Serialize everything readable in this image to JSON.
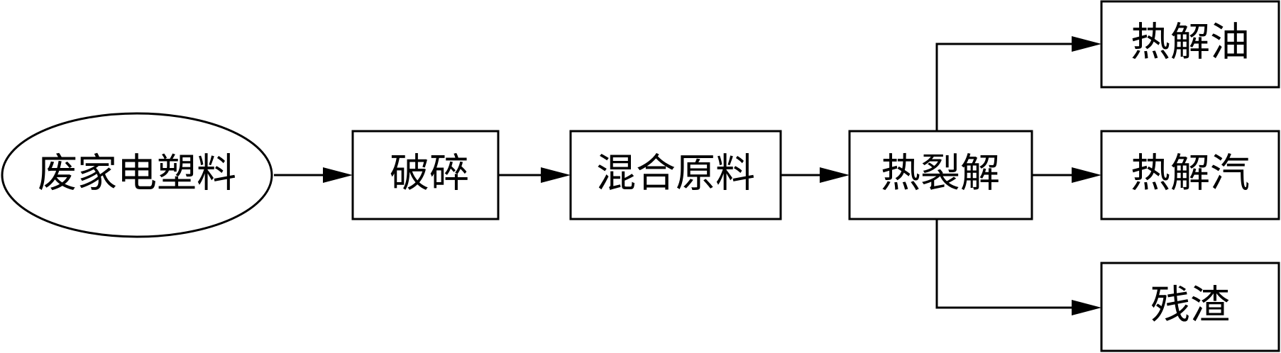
{
  "diagram": {
    "type": "process-flowchart",
    "nodes": {
      "input": "废家电塑料",
      "crush": "破碎",
      "mix": "混合原料",
      "pyrolysis": "热裂解",
      "oil": "热解油",
      "gas": "热解汽",
      "residue": "残渣"
    },
    "edges": [
      {
        "from": "input",
        "to": "crush"
      },
      {
        "from": "crush",
        "to": "mix"
      },
      {
        "from": "mix",
        "to": "pyrolysis"
      },
      {
        "from": "pyrolysis",
        "to": "oil"
      },
      {
        "from": "pyrolysis",
        "to": "gas"
      },
      {
        "from": "pyrolysis",
        "to": "residue"
      }
    ],
    "colors": {
      "stroke": "#000000",
      "background": "#ffffff"
    }
  }
}
